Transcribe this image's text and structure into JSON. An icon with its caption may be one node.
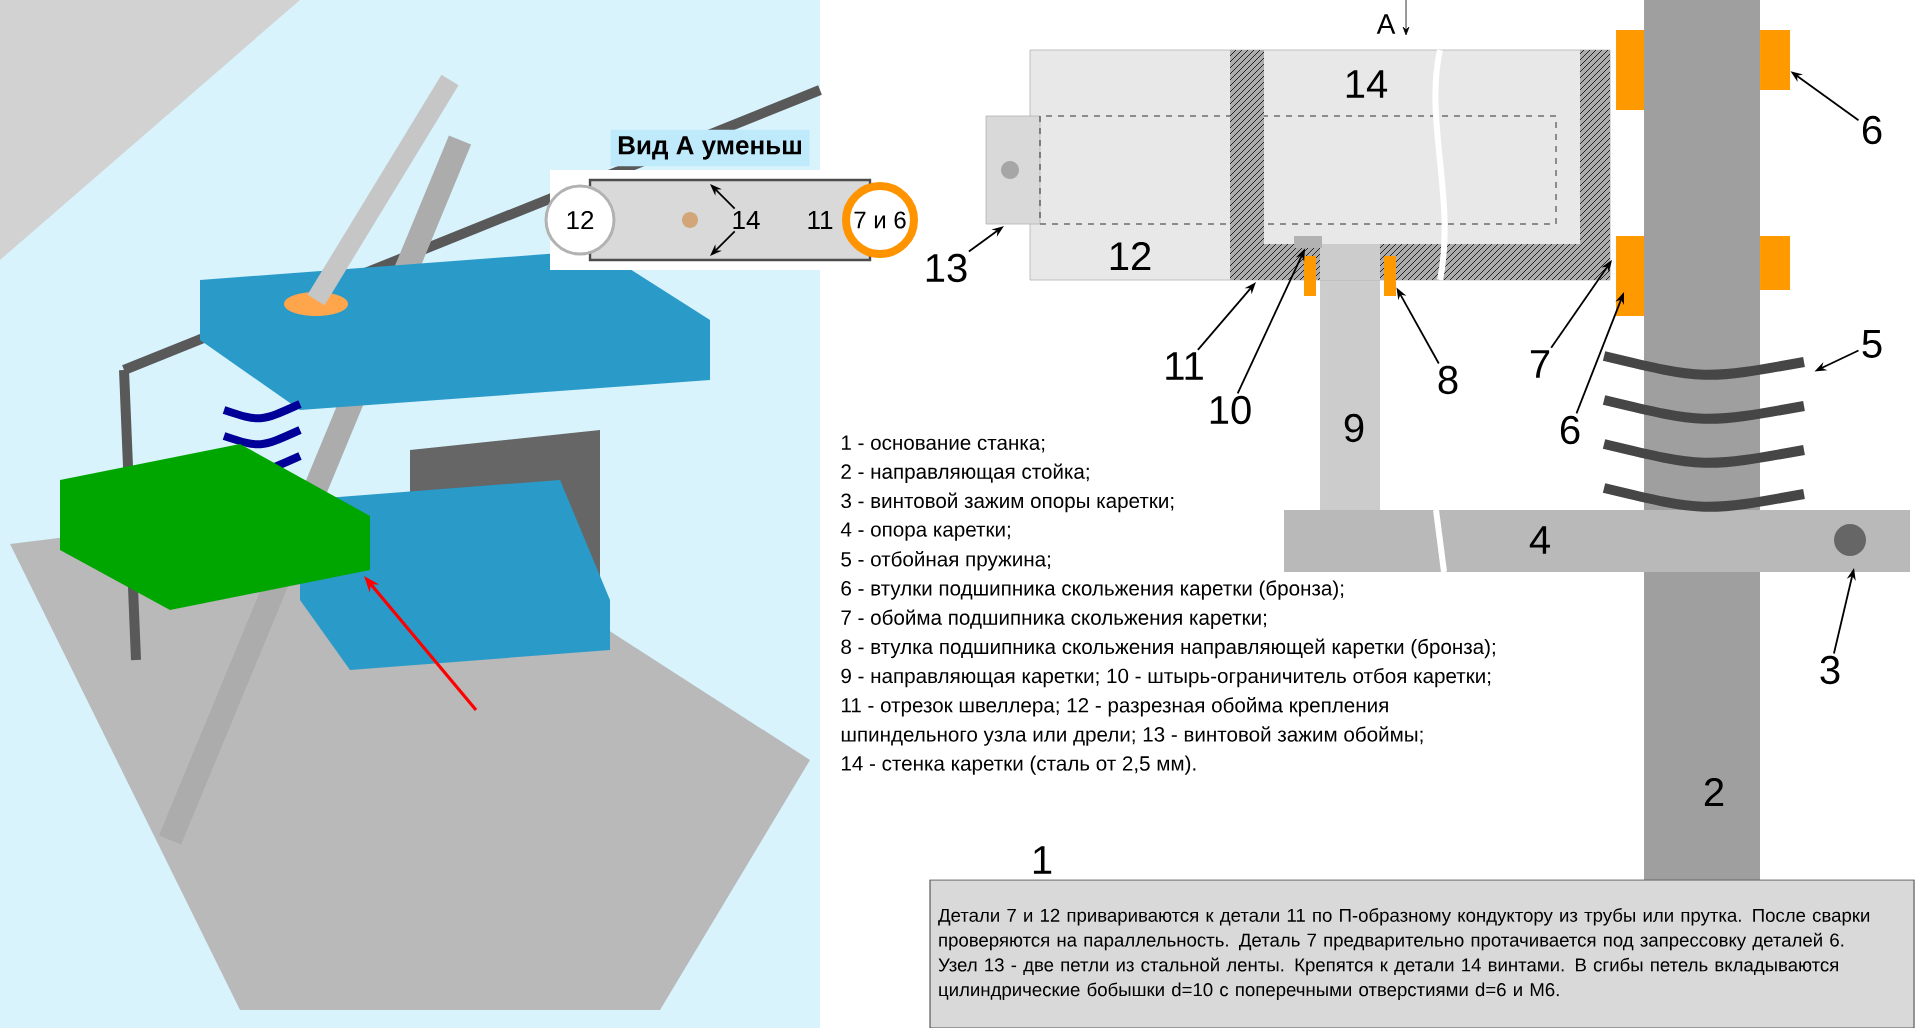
{
  "diagram": {
    "nodes": [
      {
        "text": [
          "Вид А уменьш",
          "11"
        ]
      },
      {
        "text": [
          "12"
        ],
        "in": 0
      },
      {
        "text": [
          "14"
        ],
        "in": 0
      },
      {
        "text": [
          "7 и 6"
        ],
        "in": 0
      },
      {
        "text": [
          "13"
        ]
      },
      {
        "text": [
          "11"
        ]
      },
      {
        "text": [
          "10"
        ]
      },
      {
        "text": [
          "8"
        ]
      },
      {
        "text": [
          "7"
        ]
      },
      {
        "text": [
          "6"
        ]
      },
      {
        "text": [
          "6"
        ]
      },
      {
        "text": [
          "5"
        ]
      },
      {
        "text": [
          "3"
        ]
      },
      {
        "text": [
          "Детали 7 и 12 привариваются к детали 11 по П-образному кондуктору из трубы или прутка. После сварки проверяются на параллельность. Деталь 7 предварительно протачивается под запрессовку деталей 6. Узел 13 - две петли из стальной ленты. Крепятся к детали 14 винтами. В сгибы петель вкладываются цилиндрические бобышки d=10 с поперечными отверстиями d=6 и М6."
        ]
      },
      {
        "text": [],
        "shape": "bar"
      },
      {
        "text": [],
        "shape": "bar"
      },
      {
        "text": [],
        "shape": "bar"
      },
      {
        "text": [],
        "shape": "spring"
      }
    ],
    "edges": [
      {
        "from": 2,
        "to": null,
        "arrow": "to"
      },
      {
        "from": 2,
        "to": null,
        "arrow": "to"
      },
      {
        "from": 4,
        "to": null,
        "arrow": "to"
      },
      {
        "from": 5,
        "to": null,
        "arrow": "to"
      },
      {
        "from": 6,
        "to": 14,
        "arrow": "to"
      },
      {
        "from": 7,
        "to": 15,
        "arrow": "to"
      },
      {
        "from": 8,
        "to": null,
        "arrow": "to"
      },
      {
        "from": 9,
        "to": null,
        "arrow": "to"
      },
      {
        "from": 10,
        "to": 16,
        "arrow": "to"
      },
      {
        "from": 11,
        "to": 17,
        "arrow": "to"
      },
      {
        "from": 12,
        "to": null,
        "arrow": "to"
      }
    ],
    "labels": [
      "A",
      "14",
      "12",
      "9",
      "4",
      "1 - основание станка;",
      "2 - направляющая стойка;",
      "3 - винтовой зажим опоры каретки;",
      "4 - опора каретки;",
      "5 - отбойная пружина;",
      "6 - втулки подшипника скольжения каретки (бронза);",
      "7 - обойма подшипника скольжения каретки;",
      "8 - втулка подшипника скольжения направляющей каретки (бронза);",
      "9 - направляющая каретки;   10 - штырь-ограничитель отбоя каретки;",
      "11 - отрезок швеллера;   12 - разрезная обойма крепления",
      "шпиндельного узла или дрели;   13 - винтовой зажим обоймы;",
      "14 - стенка каретки (сталь от 2,5 мм).",
      "2",
      "1"
    ]
  }
}
